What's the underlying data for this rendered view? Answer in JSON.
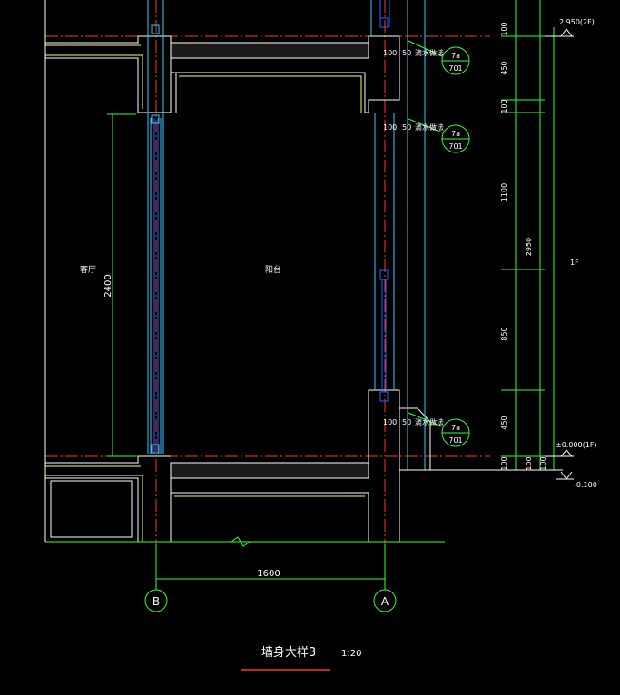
{
  "rooms": {
    "living": "客厅",
    "balcony": "阳台"
  },
  "left_dim": "2400",
  "bottom_dim": "1600",
  "grid_axes": {
    "left": "B",
    "right": "A"
  },
  "detail_labels": [
    {
      "left": "100",
      "right": "50",
      "note": "滴水做法",
      "callout_top": "7a",
      "callout_bottom": "701"
    },
    {
      "left": "100",
      "right": "50",
      "note": "滴水做法",
      "callout_top": "7a",
      "callout_bottom": "701"
    },
    {
      "left": "100",
      "right": "50",
      "note": "滴水做法",
      "callout_top": "7a",
      "callout_bottom": "701"
    }
  ],
  "right_dims": [
    "100",
    "450",
    "100",
    "1100",
    "850",
    "450",
    "100"
  ],
  "total_dim": "2950",
  "bottom_small_dims": [
    "100",
    "100"
  ],
  "levels": {
    "top": "2.950(2F)",
    "floor": "±0.000(1F)",
    "outside": "-0.100"
  },
  "floor_label": "1F",
  "title": "墙身大样3",
  "scale": "1:20",
  "colors": {
    "background": "#000000",
    "wall": "#ffffff",
    "finish": "#ffff66",
    "glass": "#33ccff",
    "dimension": "#33ff33",
    "axis": "#ff3333",
    "frame": "#2266ff"
  }
}
